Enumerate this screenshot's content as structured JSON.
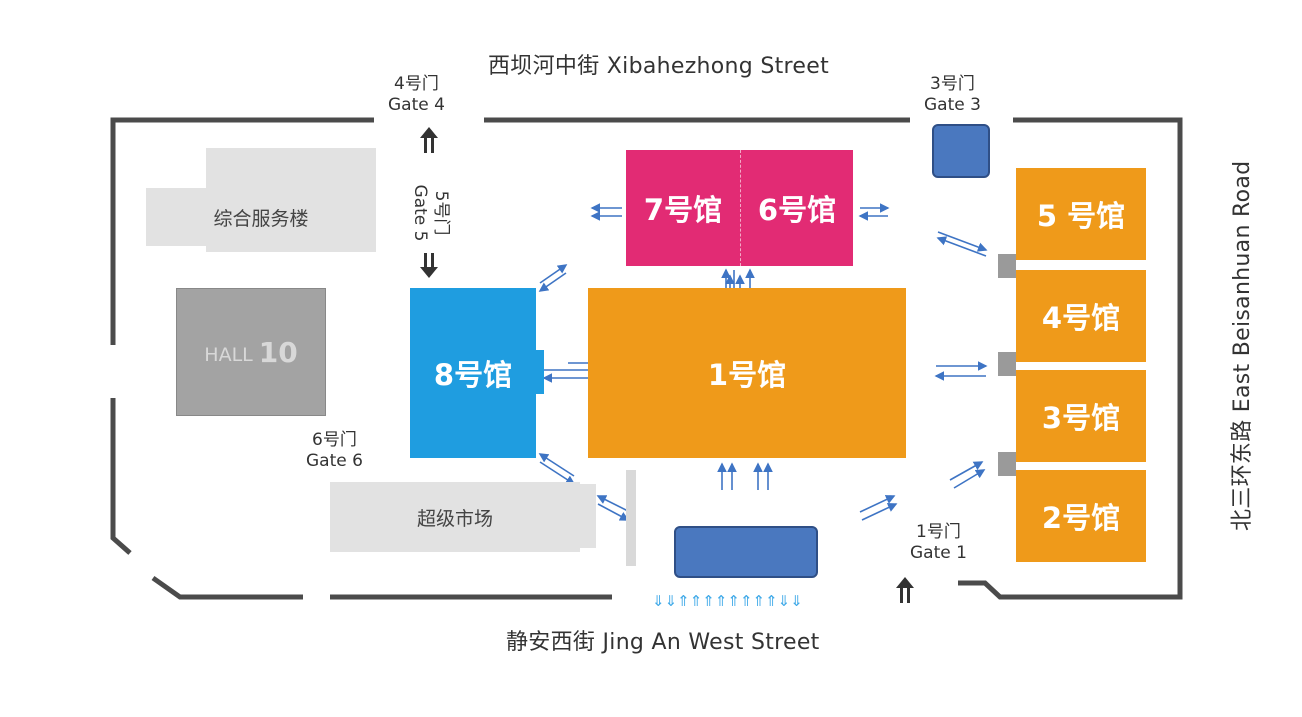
{
  "streets": {
    "north": "西坝河中街 Xibahezhong Street",
    "south": "静安西街 Jing An West Street",
    "east": "北三环东路 East Beisanhuan Road"
  },
  "gates": {
    "gate1": {
      "cn": "1号门",
      "en": "Gate 1"
    },
    "gate3": {
      "cn": "3号门",
      "en": "Gate 3"
    },
    "gate4": {
      "cn": "4号门",
      "en": "Gate 4"
    },
    "gate5": {
      "cn": "5号门",
      "en": "Gate 5"
    },
    "gate6": {
      "cn": "6号门",
      "en": "Gate 6"
    }
  },
  "halls": {
    "h1": "1号馆",
    "h2": "2号馆",
    "h3": "3号馆",
    "h4": "4号馆",
    "h5": "5 号馆",
    "h6": "6号馆",
    "h7": "7号馆",
    "h8": "8号馆",
    "hall10_word": "HALL",
    "hall10_num": "10"
  },
  "buildings": {
    "service": "综合服务楼",
    "supermarket": "超级市场"
  },
  "colors": {
    "orange": "#ef9a1a",
    "blue_hall": "#1f9de0",
    "magenta": "#e22b74",
    "parking_blue": "#4a78bf",
    "arrow_blue": "#3e74c4",
    "wall": "#4b4b4b",
    "building_gray": "#e2e2e2",
    "hall10_gray": "#a3a3a3"
  }
}
